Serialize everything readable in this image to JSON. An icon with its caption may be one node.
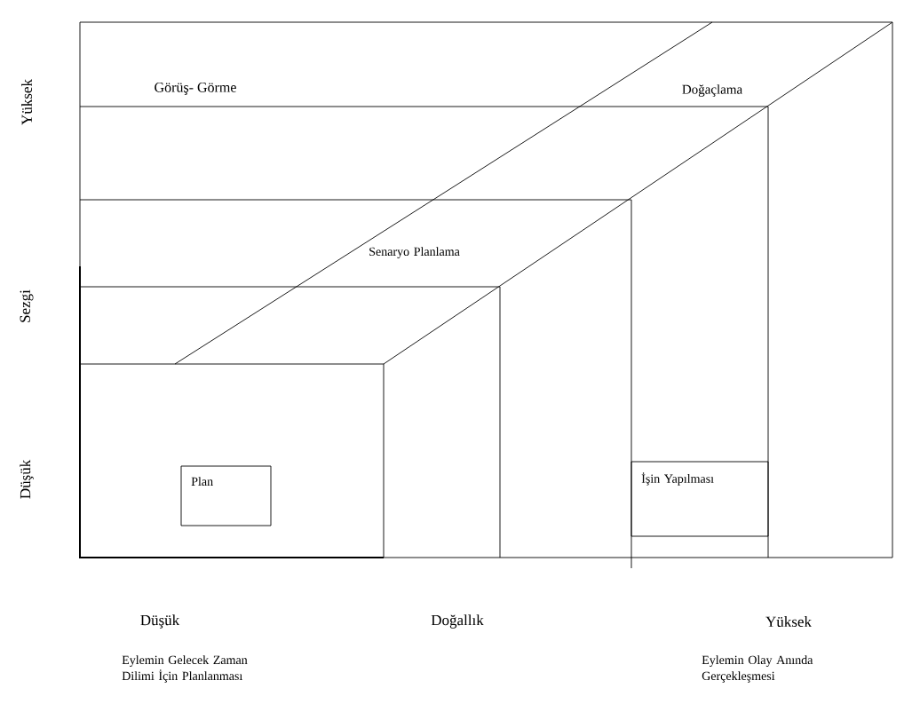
{
  "diagram": {
    "nodes": [
      {
        "text": [
          "Plan"
        ]
      },
      {
        "text": [
          "İşin Yapılması"
        ]
      }
    ],
    "labels": [
      "Yüksek",
      "Sezgi",
      "Düşük",
      "Görüş- Görme",
      "Doğaçlama",
      "Senaryo Planlama",
      "Düşük",
      "Doğallık",
      "Yüksek",
      "Eylemin Gelecek Zaman Dilimi İçin Planlanması",
      "Eylemin Olay Anında Gerçekleşmesi"
    ]
  }
}
